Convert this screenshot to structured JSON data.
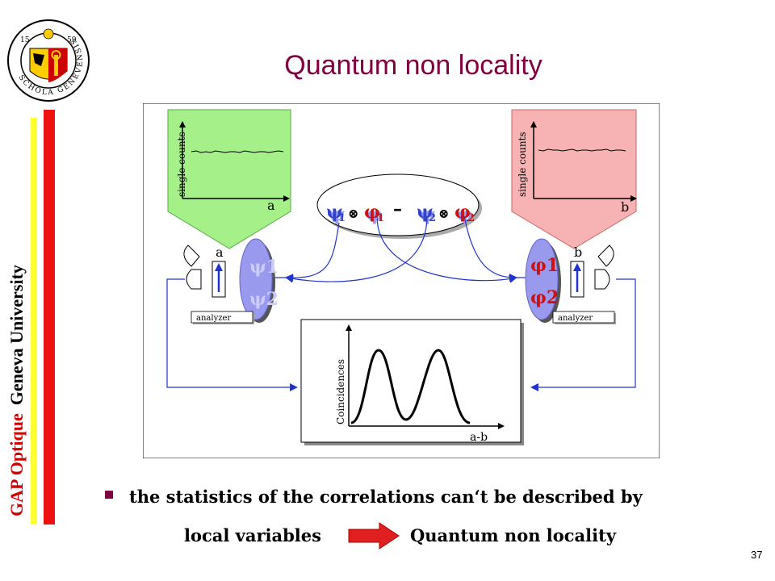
{
  "title": "Quantum non locality",
  "side_label": {
    "left": "GAP Optique",
    "right": "Geneva University"
  },
  "logo_text": "SCHOLA GENEVENSIS",
  "logo_years": [
    "15",
    "59"
  ],
  "diagram": {
    "state_formula": {
      "psi1": "ψ",
      "phi1": "φ",
      "minus": "–",
      "psi2": "ψ",
      "phi2": "φ",
      "sub1": "1",
      "sub2": "2",
      "tensor": "⊗"
    },
    "left_panel": {
      "ylabel": "single counts",
      "xlabel": "a"
    },
    "right_panel": {
      "ylabel": "single counts",
      "xlabel": "b"
    },
    "left_setting": "a",
    "right_setting": "b",
    "left_analyzer": "analyzer",
    "right_analyzer": "analyzer",
    "left_interferometer": [
      "ψ1",
      "ψ2"
    ],
    "right_interferometer": [
      "φ1",
      "φ2"
    ],
    "coincidence_panel": {
      "ylabel": "Coincidences",
      "xlabel": "a-b"
    },
    "colors": {
      "green": "#a6f08a",
      "red": "#f7b3b3",
      "blue": "#2233cc",
      "purple": "#9999ee"
    }
  },
  "bullet_text": "the statistics of the correlations can‘t be described by",
  "conclusion": {
    "left": "local variables",
    "right": "Quantum non locality"
  },
  "page_number": "37"
}
